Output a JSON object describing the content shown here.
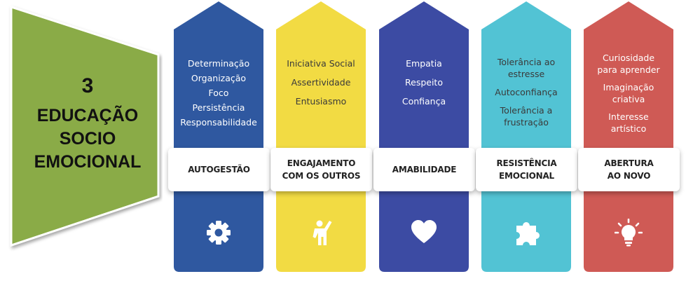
{
  "left_panel": {
    "number": "3",
    "title_lines": [
      "EDUCAÇÃO",
      "SOCIO",
      "EMOCIONAL"
    ],
    "color": "#8aab47"
  },
  "columns": [
    {
      "color": "#2f58a0",
      "text_theme": "light",
      "items": [
        "Determinação",
        "Organização",
        "Foco",
        "Persistência",
        "Responsabilidade"
      ],
      "label": "AUTOGESTÃO",
      "icon": "gear-icon"
    },
    {
      "color": "#f2db43",
      "text_theme": "dark",
      "items": [
        "Iniciativa Social",
        "Assertividade",
        "Entusiasmo"
      ],
      "label": "ENGAJAMENTO\nCOM OS OUTROS",
      "icon": "person-raising-hand-icon"
    },
    {
      "color": "#3c4ba3",
      "text_theme": "light",
      "items": [
        "Empatia",
        "Respeito",
        "Confiança"
      ],
      "label": "AMABILIDADE",
      "icon": "heart-icon"
    },
    {
      "color": "#52c3d4",
      "text_theme": "dark",
      "items": [
        "Tolerância ao\nestresse",
        "Autoconfiança",
        "Tolerância a\nfrustração"
      ],
      "label": "RESISTÊNCIA\nEMOCIONAL",
      "icon": "puzzle-piece-icon"
    },
    {
      "color": "#cf5a55",
      "text_theme": "light",
      "items": [
        "Curiosidade\npara aprender",
        "Imaginação\ncriativa",
        "Interesse\nartístico"
      ],
      "label": "ABERTURA\nAO NOVO",
      "icon": "lightbulb-icon"
    }
  ]
}
